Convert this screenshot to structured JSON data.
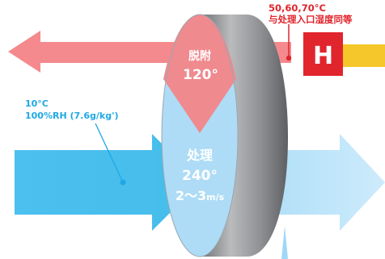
{
  "diagram": {
    "regen_temp_note_line1": "50,60,70°C",
    "regen_temp_note_line2": "与处理入口湿度同等",
    "heater_label": "H",
    "inlet_condition_line1": "10°C",
    "inlet_condition_line2": "100%RH (7.6g/kg')",
    "regen_zone_label": "脱附",
    "regen_zone_angle": "120°",
    "process_zone_label": "处理",
    "process_zone_angle": "240°",
    "process_zone_velocity": "2～3",
    "process_zone_velocity_unit": "m/s"
  },
  "colors": {
    "regen_air": "#f48a8d",
    "regen_zone": "#ef8a8f",
    "process_air_in": "#4ec3ee",
    "process_air_out": "#bfe6fa",
    "process_zone": "#aedcf6",
    "rotor_rim": "#8d8f92",
    "heater_box": "#e1252d",
    "heater_duct": "#f6c72b",
    "note_text": "#e1252d",
    "inlet_text": "#1fa8e4",
    "zone_text": "#ffffff"
  }
}
